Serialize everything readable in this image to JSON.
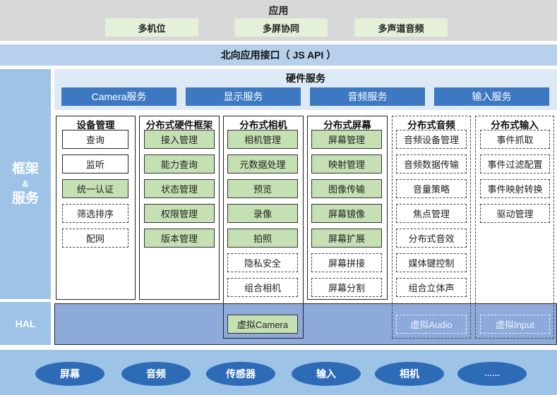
{
  "app": {
    "title": "应用",
    "items": [
      "多机位",
      "多屏协同",
      "多声道音频"
    ]
  },
  "api": {
    "label": "北向应用接口（ JS API ）"
  },
  "framework": {
    "label_line1": "框架",
    "label_amp": "&",
    "label_line2": "服务"
  },
  "hardware": {
    "title": "硬件服务",
    "items": [
      "Camera服务",
      "显示服务",
      "音频服务",
      "输入服务"
    ]
  },
  "modules": [
    {
      "title": "设备管理",
      "items": [
        {
          "label": "查询",
          "style": "solid"
        },
        {
          "label": "监听",
          "style": "solid"
        },
        {
          "label": "统一认证",
          "style": "green"
        },
        {
          "label": "筛选排序",
          "style": "dash"
        },
        {
          "label": "配网",
          "style": "dash"
        }
      ]
    },
    {
      "title": "分布式硬件框架",
      "items": [
        {
          "label": "接入管理",
          "style": "green"
        },
        {
          "label": "能力查询",
          "style": "green"
        },
        {
          "label": "状态管理",
          "style": "green"
        },
        {
          "label": "权限管理",
          "style": "green"
        },
        {
          "label": "版本管理",
          "style": "green"
        }
      ]
    },
    {
      "title": "分布式相机",
      "items": [
        {
          "label": "相机管理",
          "style": "green"
        },
        {
          "label": "元数据处理",
          "style": "green"
        },
        {
          "label": "预览",
          "style": "green"
        },
        {
          "label": "录像",
          "style": "green"
        },
        {
          "label": "拍照",
          "style": "green"
        },
        {
          "label": "隐私安全",
          "style": "dash"
        },
        {
          "label": "组合相机",
          "style": "dash"
        }
      ]
    },
    {
      "title": "分布式屏幕",
      "items": [
        {
          "label": "屏幕管理",
          "style": "green"
        },
        {
          "label": "映射管理",
          "style": "green"
        },
        {
          "label": "图像传输",
          "style": "green"
        },
        {
          "label": "屏幕镜像",
          "style": "green"
        },
        {
          "label": "屏幕扩展",
          "style": "green"
        },
        {
          "label": "屏幕拼接",
          "style": "dash"
        },
        {
          "label": "屏幕分割",
          "style": "dash"
        }
      ]
    },
    {
      "title": "分布式音频",
      "items": [
        {
          "label": "音频设备管理",
          "style": "dash"
        },
        {
          "label": "音频数据传输",
          "style": "dash"
        },
        {
          "label": "音量策略",
          "style": "dash"
        },
        {
          "label": "焦点管理",
          "style": "dash"
        },
        {
          "label": "分布式音效",
          "style": "dash"
        },
        {
          "label": "媒体键控制",
          "style": "dash"
        },
        {
          "label": "组合立体声",
          "style": "dash"
        }
      ]
    },
    {
      "title": "分布式输入",
      "items": [
        {
          "label": "事件抓取",
          "style": "dash"
        },
        {
          "label": "事件过滤配置",
          "style": "dash"
        },
        {
          "label": "事件映射转换",
          "style": "dash"
        },
        {
          "label": "驱动管理",
          "style": "dash"
        }
      ]
    }
  ],
  "hal": {
    "label": "HAL",
    "items": [
      "虚拟Camera",
      "虚拟Audio",
      "虚拟Input"
    ]
  },
  "devices": [
    "屏幕",
    "音频",
    "传感器",
    "输入",
    "相机",
    "……"
  ],
  "colors": {
    "green": "#c5e0b3",
    "blue_dark": "#3d78c2",
    "blue_light": "#9dc3e6",
    "hal_blue": "#8eaadb"
  }
}
